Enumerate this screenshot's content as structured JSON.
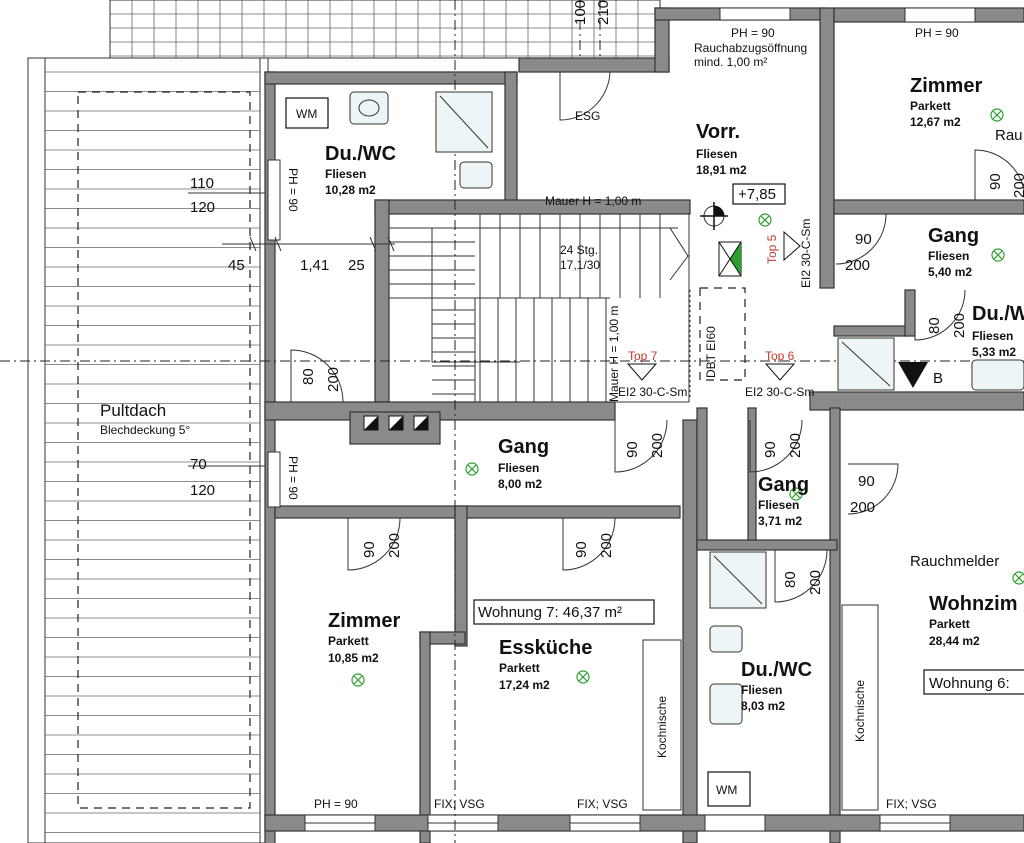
{
  "rooms": {
    "du_wc_1": {
      "name": "Du./WC",
      "floor": "Fliesen",
      "area": "10,28 m2"
    },
    "vorr": {
      "name": "Vorr.",
      "floor": "Fliesen",
      "area": "18,91 m2"
    },
    "zimmer_top": {
      "name": "Zimmer",
      "floor": "Parkett",
      "area": "12,67 m2"
    },
    "gang_right": {
      "name": "Gang",
      "floor": "Fliesen",
      "area": "5,40 m2"
    },
    "du_w_right": {
      "name": "Du./W",
      "floor": "Fliesen",
      "area": "5,33 m2"
    },
    "gang_mid": {
      "name": "Gang",
      "floor": "Fliesen",
      "area": "8,00 m2"
    },
    "gang_small": {
      "name": "Gang",
      "floor": "Fliesen",
      "area": "3,71 m2"
    },
    "zimmer_bottom": {
      "name": "Zimmer",
      "floor": "Parkett",
      "area": "10,85 m2"
    },
    "esskueche": {
      "name": "Essküche",
      "floor": "Parkett",
      "area": "17,24 m2"
    },
    "du_wc_2": {
      "name": "Du./WC",
      "floor": "Fliesen",
      "area": "8,03 m2"
    },
    "wohnzimmer": {
      "name": "Wohnzim",
      "floor": "Parkett",
      "area": "28,44 m2"
    }
  },
  "labels": {
    "ph90": "PH = 90",
    "rauchabzug_1": "Rauchabzugsöffnung",
    "rauchabzug_2": "mind. 1,00 m²",
    "esg": "ESG",
    "level": "+7,85",
    "mauer_h": "Mauer H = 1,00 m",
    "stairs_1": "24 Stg.",
    "stairs_2": "17,1/30",
    "mauer_h_vert": "Mauer H = 1,00 m",
    "dbt": "DBT EI60",
    "top5": "Top 5",
    "top6": "Top 6",
    "top7": "Top 7",
    "ei_door": "EI2 30-C-Sm",
    "wm": "WM",
    "pultdach": "Pultdach",
    "blechdeckung": "Blechdeckung 5°",
    "wohnung7": "Wohnung 7: 46,37 m²",
    "wohnung6": "Wohnung 6:",
    "rauchmelder": "Rauchmelder",
    "kochnische": "Kochnische",
    "fix_vsg": "FIX; VSG",
    "section_b": "B",
    "rau": "Rau",
    "ph90_vert": "PH = 90"
  },
  "dimensions": {
    "d110": "110",
    "d120": "120",
    "d70": "70",
    "d45": "45",
    "d141": "1,41",
    "d25": "25",
    "d90": "90",
    "d80": "80",
    "d200": "200",
    "top_num_1": "100",
    "top_num_2": "210"
  },
  "colors": {
    "wall": "#8a8a8a",
    "lamp": "#2ca02c",
    "annotation": "#c0392b"
  }
}
